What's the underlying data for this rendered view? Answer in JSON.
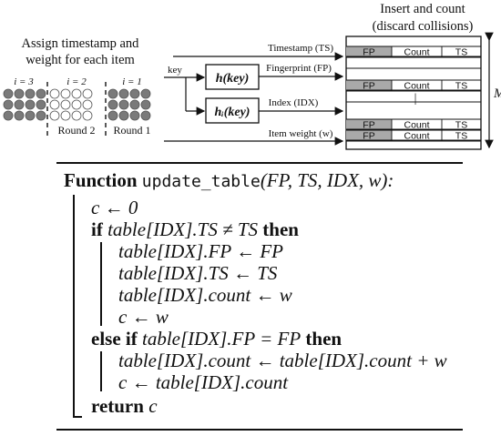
{
  "top_caption": {
    "line1": "Assign timestamp and",
    "line2": "weight for each item"
  },
  "round_labels": {
    "i3": "i = 3",
    "i2": "i = 2",
    "i1": "i = 1"
  },
  "rounds": {
    "round2": "Round 2",
    "round1": "Round 1"
  },
  "table_caption": {
    "line1": "Insert and count",
    "line2": "(discard collisions)"
  },
  "key_label": "key",
  "hash_boxes": {
    "h": "h(key)",
    "hi": "hᵢ(key)"
  },
  "arrows": {
    "timestamp": "Timestamp (TS)",
    "fingerprint": "Fingerprint (FP)",
    "index": "Index (IDX)",
    "weight": "Item weight (w)"
  },
  "table": {
    "columns": [
      "FP",
      "Count",
      "TS"
    ],
    "side_label": "M",
    "ellipsis": "|"
  },
  "algorithm": {
    "function_kw": "Function",
    "function_name": "update_table",
    "params": "(FP, TS, IDX, w):",
    "lines": [
      "c ← 0",
      "table[IDX].TS ≠ TS",
      "table[IDX].FP ← FP",
      "table[IDX].TS ← TS",
      "table[IDX].count ← w",
      "c ← w",
      "table[IDX].FP = FP",
      "table[IDX].count ← table[IDX].count + w",
      "c ← table[IDX].count",
      "c"
    ],
    "kw_if": "if",
    "kw_then": "then",
    "kw_else_if": "else if",
    "kw_return": "return"
  }
}
